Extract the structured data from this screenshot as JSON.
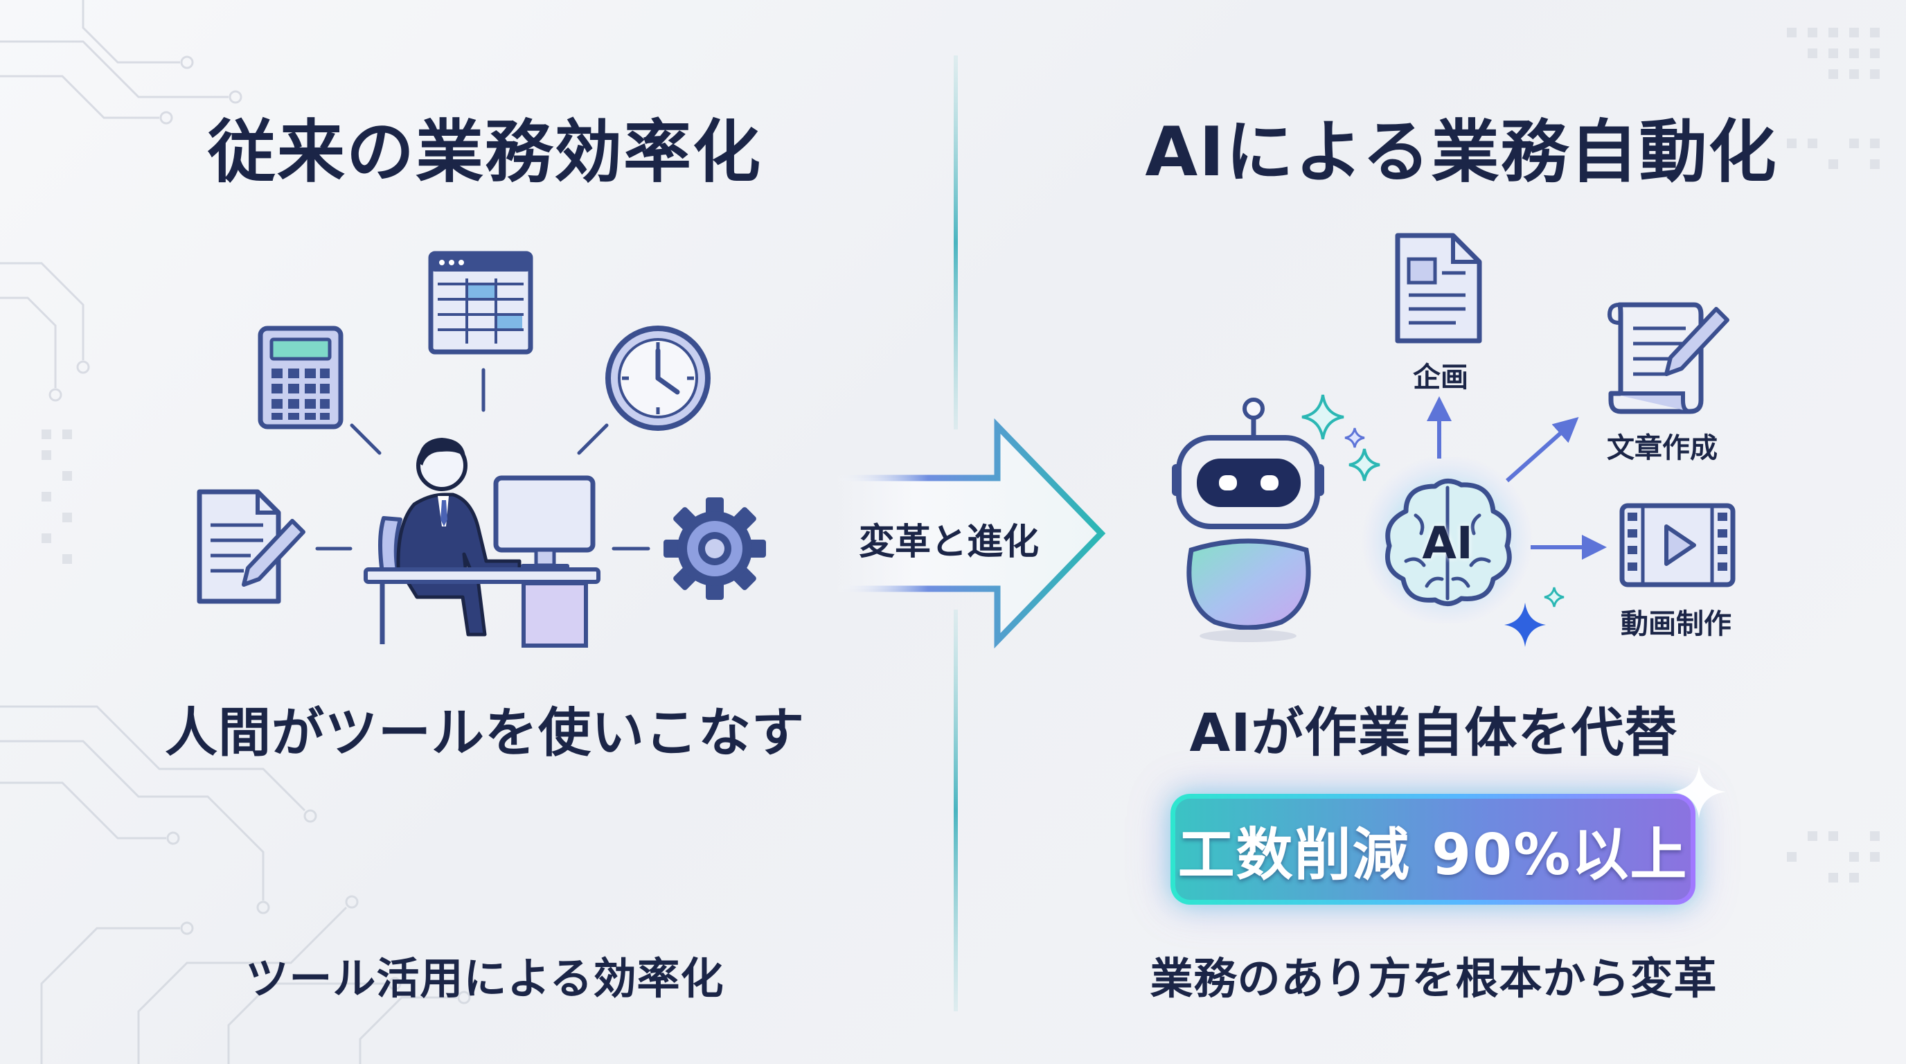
{
  "left": {
    "title": "従来の業務効率化",
    "subtitle": "人間がツールを使いこなす",
    "caption": "ツール活用による効率化"
  },
  "center": {
    "arrow_label": "変革と進化"
  },
  "right": {
    "title": "AIによる業務自動化",
    "brain_label": "AI",
    "outputs": [
      {
        "label": "企画",
        "icon": "document-icon"
      },
      {
        "label": "文章作成",
        "icon": "scroll-pen-icon"
      },
      {
        "label": "動画制作",
        "icon": "video-icon"
      }
    ],
    "subtitle": "AIが作業自体を代替",
    "badge": "工数削減 90%以上",
    "caption": "業務のあり方を根本から変革"
  },
  "colors": {
    "navy": "#1b2547",
    "icon_blue": "#3b4f8f",
    "icon_fill": "#c8cff0",
    "teal": "#2bb7b4",
    "purple": "#8b73e0"
  }
}
